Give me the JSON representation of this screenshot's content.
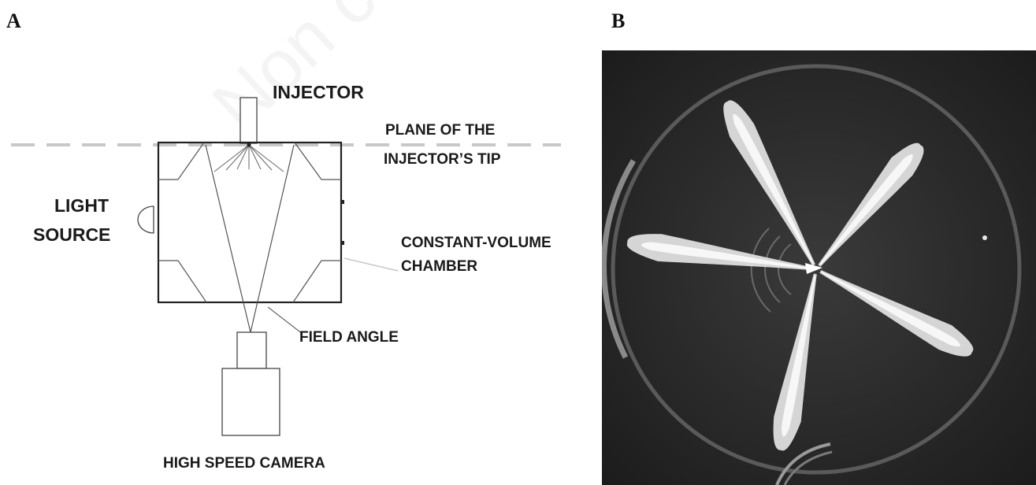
{
  "panels": {
    "a": {
      "letter": "A"
    },
    "b": {
      "letter": "B"
    }
  },
  "schematic": {
    "injector_label": "INJECTOR",
    "plane_label_line1": "PLANE OF THE",
    "plane_label_line2": "INJECTOR’S TIP",
    "light_label_line1": "LIGHT",
    "light_label_line2": "SOURCE",
    "chamber_label_line1": "CONSTANT-VOLUME",
    "chamber_label_line2": "CHAMBER",
    "field_angle_label": "FIELD ANGLE",
    "camera_label": "HIGH SPEED CAMERA"
  },
  "watermark": {
    "text": "Non commercial"
  },
  "photo": {
    "plume_count": 5
  },
  "colors": {
    "line": "#333333",
    "dashed_plane": "#c8c8c8",
    "photo_background": "#2a2a2a",
    "plume": "#e6e6e6"
  }
}
